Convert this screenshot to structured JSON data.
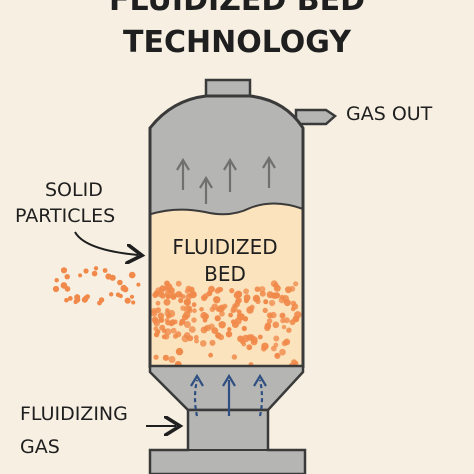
{
  "title": {
    "line1": "FLUIDIZED BED",
    "line2": "TECHNOLOGY"
  },
  "labels": {
    "gas_out": "GAS OUT",
    "solid_particles_line1": "SOLID",
    "solid_particles_line2": "PARTICLES",
    "fluidized_bed_line1": "FLUIDIZED",
    "fluidized_bed_line2": "BED",
    "fluidizing_gas_line1": "FLUIDIZING",
    "fluidizing_gas_line2": "GAS"
  },
  "colors": {
    "background": "#f6efe2",
    "vessel_gray": "#b5b5b3",
    "vessel_outline": "#3a3a3a",
    "bed_fill": "#fbe3bd",
    "particle_orange": "#f0894a",
    "arrow_gray": "#707070",
    "arrow_blue": "#2f4f82",
    "text": "#1f1f1f"
  },
  "icons": {
    "gas_out_arrow": "arrow-right-icon",
    "rising_gas_arrows": "arrow-up-icon",
    "inlet_gas_arrows": "arrow-up-icon",
    "solid_particles_pointer": "arrow-right-icon",
    "fluidizing_gas_pointer": "arrow-right-icon"
  }
}
